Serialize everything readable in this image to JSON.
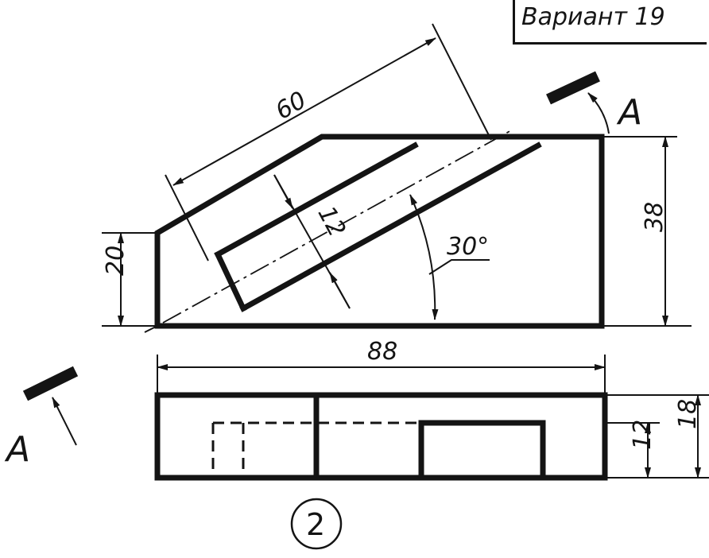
{
  "title": "Вариант 19",
  "section_label": "A",
  "view_number": "2",
  "dimensions": {
    "slot_length": "60",
    "slot_width": "12",
    "angle": "30°",
    "left_height": "20",
    "right_height": "38",
    "total_length": "88",
    "inner_height": "12",
    "plan_height": "18"
  }
}
